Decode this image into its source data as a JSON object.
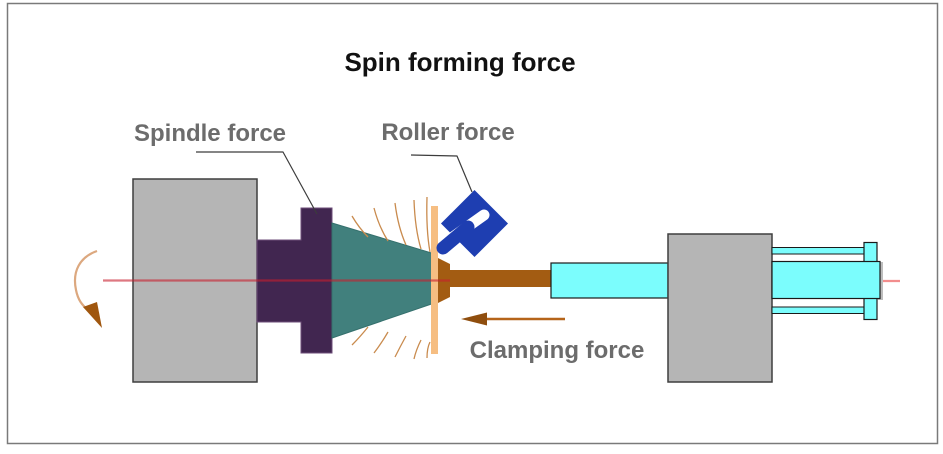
{
  "diagram": {
    "title": "Spin forming force",
    "labels": {
      "spindle": "Spindle force",
      "roller": "Roller force",
      "clamping": "Clamping force"
    },
    "colors": {
      "background": "#ffffff",
      "frame_border": "#7a7a7a",
      "block_gray": "#b5b5b5",
      "block_border": "#3f3f3f",
      "spindle_purple": "#412650",
      "spindle_purple_edge": "#6d4d79",
      "mandrel_teal": "#41807d",
      "mandrel_edge": "#35706d",
      "blank_orange": "#f6be82",
      "rod_brown": "#a35c12",
      "quill_cyan": "#7bfdfd",
      "cyan_border": "#1a1a1a",
      "roller_blue": "#1e3eb1",
      "slot_white": "#ffffff",
      "centerline_red": "rgba(200,30,45,0.6)",
      "centerline_right_red": "#f28d8d",
      "flow_line_tan": "#c98b4e",
      "rotation_arc_tan": "#dca87f",
      "rotation_head_brown": "#a0570f",
      "clamp_arrow_brown": "#b5641a",
      "clamp_head_brown": "#8f4e0e",
      "label_gray": "#6c6c6c",
      "title_black": "#111111",
      "leader_gray": "#3c3c3c",
      "body_shadow": "#bdbdbd"
    }
  }
}
